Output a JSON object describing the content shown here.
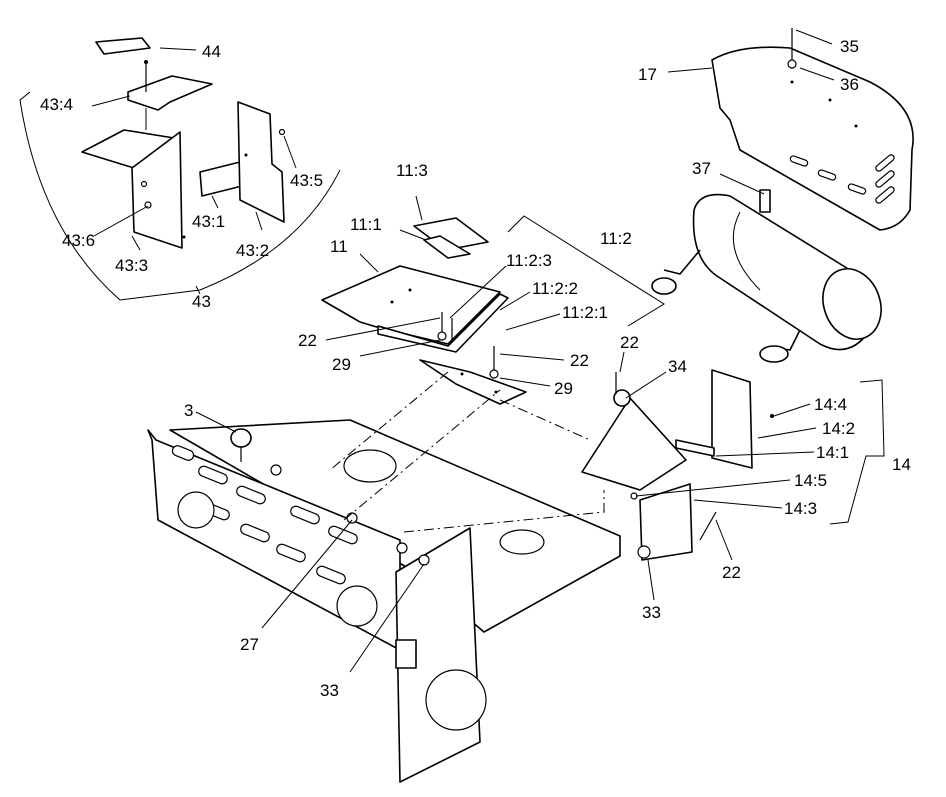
{
  "callouts": [
    {
      "id": "c44",
      "text": "44"
    },
    {
      "id": "c43_4",
      "text": "43:4"
    },
    {
      "id": "c43_5",
      "text": "43:5"
    },
    {
      "id": "c43_6",
      "text": "43:6"
    },
    {
      "id": "c43_1",
      "text": "43:1"
    },
    {
      "id": "c43_2",
      "text": "43:2"
    },
    {
      "id": "c43_3",
      "text": "43:3"
    },
    {
      "id": "c43",
      "text": "43"
    },
    {
      "id": "c11_3",
      "text": "11:3"
    },
    {
      "id": "c11_1",
      "text": "11:1"
    },
    {
      "id": "c11",
      "text": "11"
    },
    {
      "id": "c11_2",
      "text": "11:2"
    },
    {
      "id": "c11_2_3",
      "text": "11:2:3"
    },
    {
      "id": "c11_2_2",
      "text": "11:2:2"
    },
    {
      "id": "c11_2_1",
      "text": "11:2:1"
    },
    {
      "id": "c22a",
      "text": "22"
    },
    {
      "id": "c29a",
      "text": "29"
    },
    {
      "id": "c22b",
      "text": "22"
    },
    {
      "id": "c29b",
      "text": "29"
    },
    {
      "id": "c22c",
      "text": "22"
    },
    {
      "id": "c34",
      "text": "34"
    },
    {
      "id": "c17",
      "text": "17"
    },
    {
      "id": "c35",
      "text": "35"
    },
    {
      "id": "c36",
      "text": "36"
    },
    {
      "id": "c37",
      "text": "37"
    },
    {
      "id": "c14_4",
      "text": "14:4"
    },
    {
      "id": "c14_2",
      "text": "14:2"
    },
    {
      "id": "c14_1",
      "text": "14:1"
    },
    {
      "id": "c14",
      "text": "14"
    },
    {
      "id": "c14_5",
      "text": "14:5"
    },
    {
      "id": "c14_3",
      "text": "14:3"
    },
    {
      "id": "c22d",
      "text": "22"
    },
    {
      "id": "c33a",
      "text": "33"
    },
    {
      "id": "c3",
      "text": "3"
    },
    {
      "id": "c27",
      "text": "27"
    },
    {
      "id": "c33b",
      "text": "33"
    }
  ]
}
